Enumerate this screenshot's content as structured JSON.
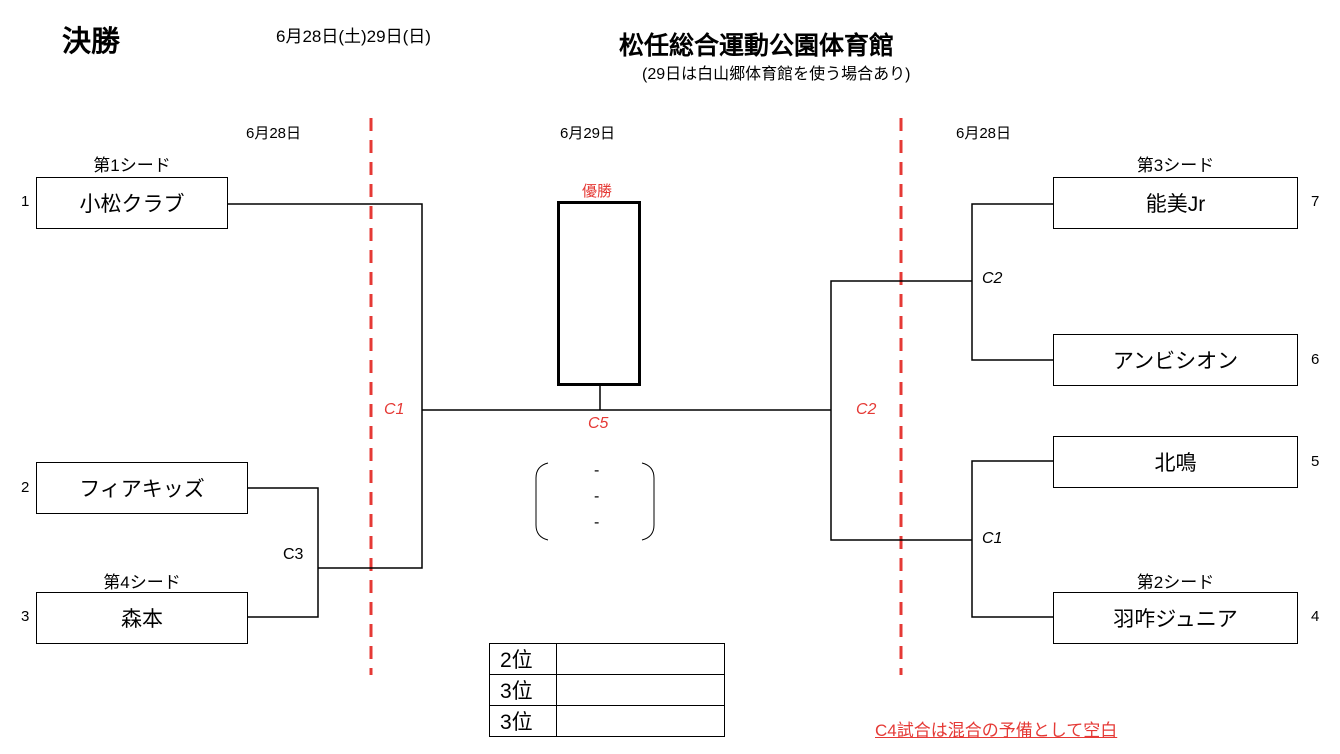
{
  "header": {
    "title": "決勝",
    "dates": "6月28日(土)29日(日)",
    "venue": "松任総合運動公園体育館",
    "venue_note": "(29日は白山郷体育館を使う場合あり)"
  },
  "columns": {
    "left_date": "6月28日",
    "center_date": "6月29日",
    "right_date": "6月28日"
  },
  "left_bracket": {
    "teams": [
      {
        "num": "1",
        "name": "小松クラブ",
        "seed": "第1シード"
      },
      {
        "num": "2",
        "name": "フィアキッズ",
        "seed": ""
      },
      {
        "num": "3",
        "name": "森本",
        "seed": "第4シード"
      }
    ],
    "match_c3": "C3",
    "match_c1": "C1"
  },
  "right_bracket": {
    "teams": [
      {
        "num": "7",
        "name": "能美Jr",
        "seed": "第3シード"
      },
      {
        "num": "6",
        "name": "アンビシオン",
        "seed": ""
      },
      {
        "num": "5",
        "name": "北鳴",
        "seed": ""
      },
      {
        "num": "4",
        "name": "羽咋ジュニア",
        "seed": "第2シード"
      }
    ],
    "match_top": "C2",
    "match_bottom": "C1",
    "match_final_side": "C2"
  },
  "center": {
    "champion_label": "優勝",
    "final_court": "C5",
    "score_marks": [
      "-",
      "-",
      "-"
    ]
  },
  "ranking": [
    {
      "label": "2位",
      "value": ""
    },
    {
      "label": "3位",
      "value": ""
    },
    {
      "label": "3位",
      "value": ""
    }
  ],
  "note": "C4試合は混合の予備として空白",
  "colors": {
    "accent_red": "#e53935",
    "line": "#000000"
  }
}
